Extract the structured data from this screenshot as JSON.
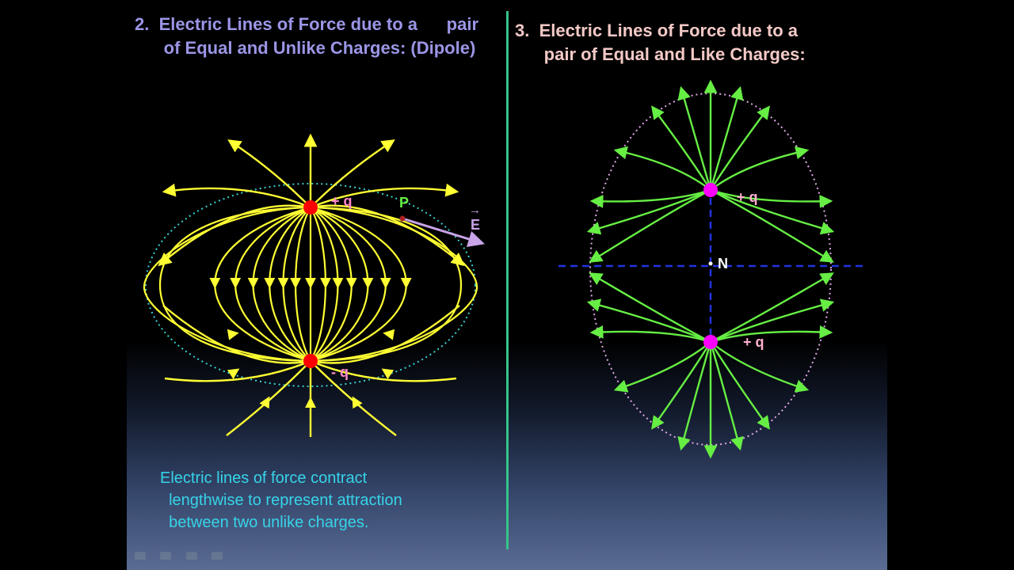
{
  "slide": {
    "left_title": "2.  Electric Lines of Force due to a      pair\n      of Equal and Unlike Charges: (Dipole)",
    "right_title": "3.  Electric Lines of Force due to a\n      pair of Equal and Like Charges:",
    "caption": "Electric lines of force contract\n  lengthwise to represent attraction\n  between two unlike charges."
  },
  "dipole": {
    "top_charge_label": "+ q",
    "bottom_charge_label": "- q",
    "point_label": "P",
    "field_label": "E",
    "field_arrow": "→"
  },
  "like_charges": {
    "top_charge_label": "+ q",
    "bottom_charge_label": "+ q",
    "neutral_point_label": "N"
  },
  "colors": {
    "dipole_lines": "#ffff33",
    "dipole_charge": "#ff0000",
    "dipole_label": "#ff88cc",
    "equipotential_dipole": "#39d0d0",
    "like_lines": "#66ee44",
    "like_charge": "#ff00ff",
    "like_label": "#ffb0d0",
    "neutral_axis": "#2233dd",
    "field_vector": "#c9a4e8",
    "point_label": "#66ee44",
    "equipotential_like": "#e0a8e8"
  }
}
